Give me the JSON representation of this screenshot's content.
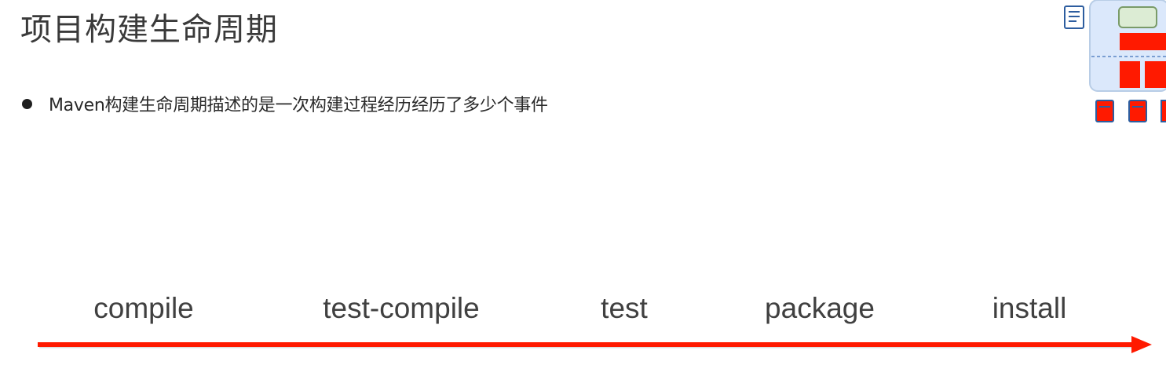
{
  "slide": {
    "title": "项目构建生命周期",
    "bullet": "Maven构建生命周期描述的是一次构建过程经历经历了多少个事件"
  },
  "lifecycle": {
    "phases": [
      "compile",
      "test-compile",
      "test",
      "package",
      "install"
    ],
    "arrow_color": "#ff1a00"
  },
  "thumbnail": {
    "icons": [
      "note-icon",
      "diagram-preview-icon"
    ]
  }
}
